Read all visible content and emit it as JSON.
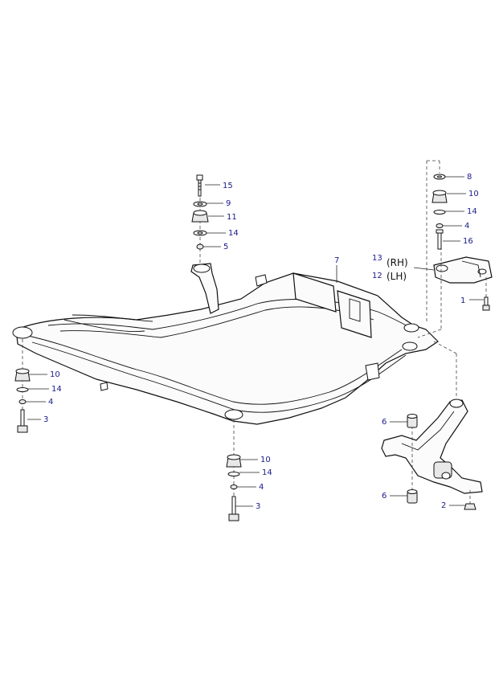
{
  "callouts": {
    "c1": "1",
    "c2": "2",
    "c3_left": "3",
    "c3_center": "3",
    "c4_left": "4",
    "c4_center": "4",
    "c4_right": "4",
    "c5": "5",
    "c6_top": "6",
    "c6_bottom": "6",
    "c7": "7",
    "c8": "8",
    "c9": "9",
    "c10_left": "10",
    "c10_center": "10",
    "c10_right": "10",
    "c11": "11",
    "c12": "12",
    "c13": "13",
    "c14_top": "14",
    "c14_left": "14",
    "c14_center": "14",
    "c14_right": "14",
    "c15": "15",
    "c16": "16"
  },
  "side_labels": {
    "rh": "(RH)",
    "lh": "(LH)"
  }
}
